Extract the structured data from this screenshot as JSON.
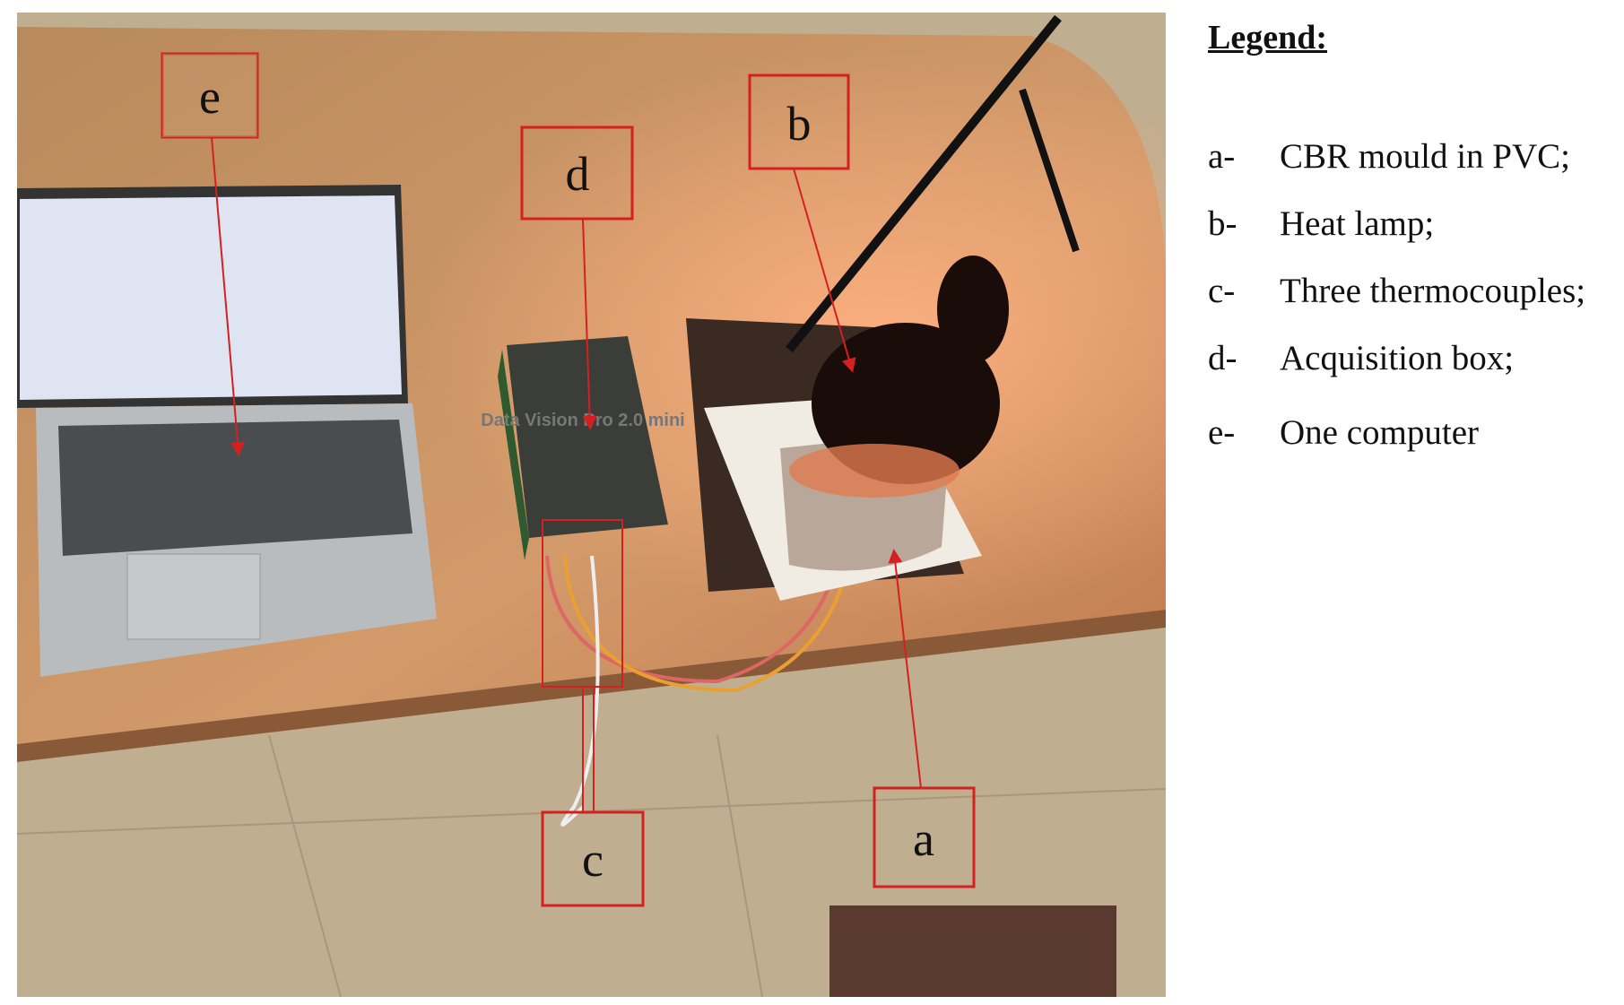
{
  "figure": {
    "labels": {
      "a": "a",
      "b": "b",
      "c": "c",
      "d": "d",
      "e": "e"
    },
    "box_text": "Data Vision Pro 2.0 mini",
    "annotation_color": "#d42020"
  },
  "legend": {
    "title": "Legend:",
    "items": [
      {
        "key": "a-",
        "text": "CBR mould in PVC;"
      },
      {
        "key": "b-",
        "text": "Heat lamp;"
      },
      {
        "key": "c-",
        "text": "Three thermocouples;"
      },
      {
        "key": "d-",
        "text": "Acquisition box;"
      },
      {
        "key": "e-",
        "text": "One computer"
      }
    ]
  }
}
